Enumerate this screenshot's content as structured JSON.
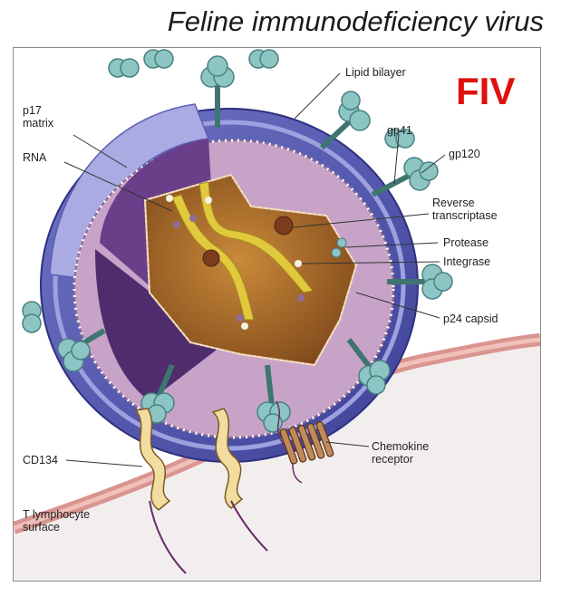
{
  "title": "Feline immunodeficiency virus",
  "badge": "FIV",
  "labels": {
    "lipid_bilayer": "Lipid bilayer",
    "p17_matrix": "p17\nmatrix",
    "rna": "RNA",
    "gp41": "gp41",
    "gp120": "gp120",
    "reverse_transcriptase": "Reverse\ntranscriptase",
    "protease": "Protease",
    "integrase": "Integrase",
    "p24_capsid": "p24 capsid",
    "cd134": "CD134",
    "chemokine_receptor": "Chemokine\nreceptor",
    "t_lymphocyte_surface": "T lymphocyte\nsurface"
  },
  "colors": {
    "badge": "#e01010",
    "envelope": "#5a5fb5",
    "envelope_light": "#b6b6e6",
    "matrix": "#c9a6c9",
    "capsid": "#a8641e",
    "rna": "#e1c83c",
    "glycoprotein": "#8dc5c5",
    "cell_membrane": "#e0a39c"
  }
}
